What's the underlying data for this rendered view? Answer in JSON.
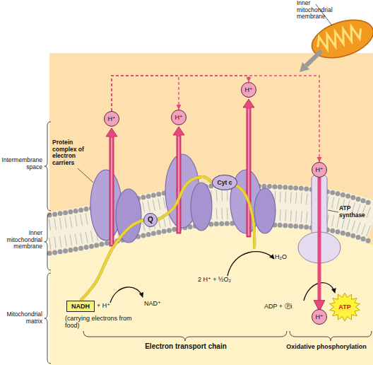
{
  "diagram": {
    "nodes": [
      {
        "text": [
          "H⁺"
        ]
      },
      {
        "text": [
          "H⁺"
        ]
      },
      {
        "text": [
          "H⁺"
        ]
      },
      {
        "text": [
          "H⁺"
        ]
      },
      {
        "text": [
          "Cyt c"
        ]
      },
      {
        "text": [
          "Q"
        ]
      },
      {
        "text": [
          "NADH"
        ]
      },
      {
        "text": [
          "ATP"
        ]
      },
      {
        "text": [
          "H⁺"
        ]
      }
    ],
    "edges": [
      {
        "from": 0,
        "to": 1,
        "arrow": "to"
      },
      {
        "from": 0,
        "to": 2,
        "arrow": "to"
      },
      {
        "from": 0,
        "to": 3,
        "arrow": "to"
      },
      {
        "from": 3,
        "to": 8,
        "arrow": "to"
      },
      {
        "from": 6,
        "to": 5,
        "arrow": "none"
      },
      {
        "from": 5,
        "to": 4,
        "arrow": "none"
      }
    ],
    "labels": [
      "Inner mitochondrial membrane",
      "Intermembrane space",
      "Inner mitochondrial membrane",
      "Mitochondrial matrix",
      "Protein complex of electron carriers",
      "ATP synthase",
      "2 H⁺ + ½O₂",
      "H₂O",
      "+ H⁺",
      "(carrying electrons from food)",
      "NAD⁺",
      "ADP + Ⓟi",
      "Electron transport chain",
      "Oxidative phosphorylation"
    ]
  }
}
